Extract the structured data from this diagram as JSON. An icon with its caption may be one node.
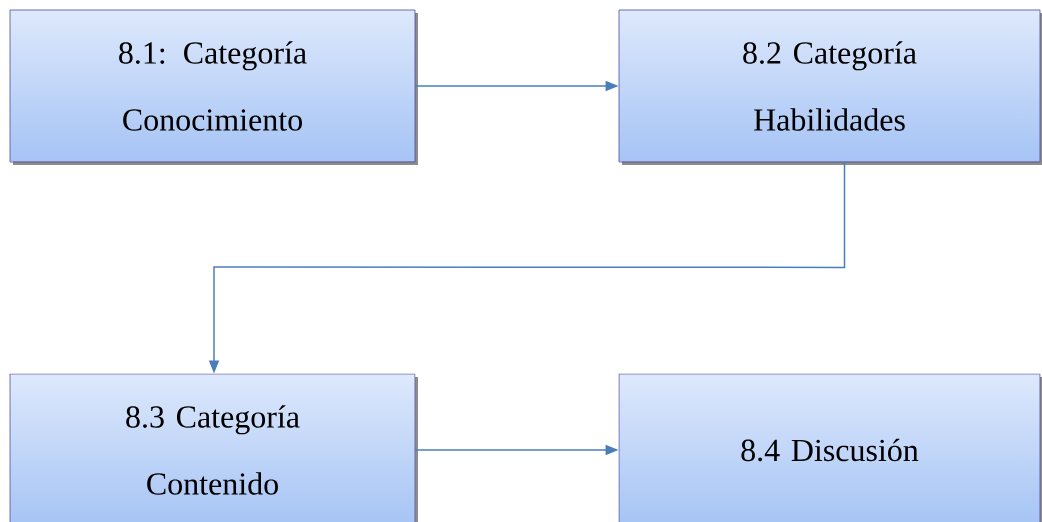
{
  "diagram": {
    "nodes": [
      {
        "text": [
          "8.1: Categoría Conocimiento"
        ]
      },
      {
        "text": [
          "8.2 Categoría Habilidades"
        ]
      },
      {
        "text": [
          "8.3 Categoría Contenido"
        ]
      },
      {
        "text": [
          "8.4 Discusión"
        ]
      }
    ],
    "edges": [
      {
        "from": 0,
        "to": 1,
        "arrow": "to"
      },
      {
        "from": 1,
        "to": 2,
        "arrow": "to"
      },
      {
        "from": 2,
        "to": 3,
        "arrow": "to"
      }
    ]
  }
}
